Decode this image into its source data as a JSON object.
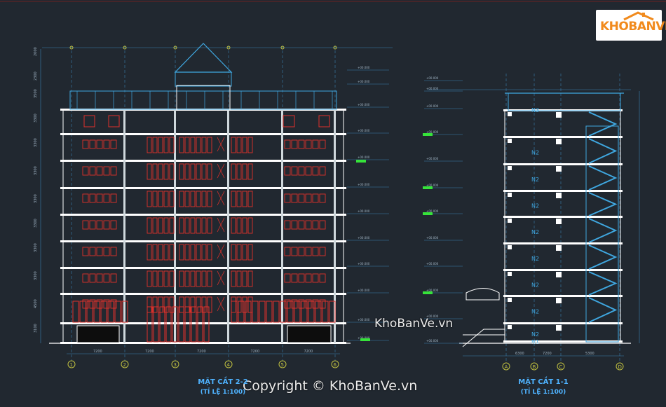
{
  "drawing": {
    "section_left": {
      "title": "MẶT CẮT 2-2",
      "scale": "(TỈ LỆ 1:100)",
      "axes": [
        "1",
        "2",
        "3",
        "4",
        "5",
        "6"
      ],
      "spans": [
        "7200",
        "7200",
        "7200",
        "7200",
        "7200"
      ]
    },
    "section_right": {
      "title": "MẶT CẮT 1-1",
      "scale": "(TỈ LỆ 1:100)",
      "axes": [
        "A",
        "B",
        "C",
        "D"
      ],
      "spans": [
        "6300",
        "7200",
        "5300"
      ],
      "floor_labels": [
        "N3",
        "N2",
        "N2",
        "N2",
        "N2",
        "N2",
        "N2",
        "N2",
        "N2",
        "N1"
      ]
    }
  },
  "watermark": {
    "center": "KhoBanVe.vn",
    "bottom": "Copyright © KhoBanVe.vn"
  },
  "logo": {
    "text_part1": "KHO",
    "text_part2": "BANVE",
    "roof_icon": "house-roof-icon"
  },
  "colors": {
    "background": "#212830",
    "structure": "#ffffff",
    "blue": "#3fa7e0",
    "red": "#e0312b",
    "green": "#36e33a",
    "logo_orange": "#f18a1c"
  }
}
